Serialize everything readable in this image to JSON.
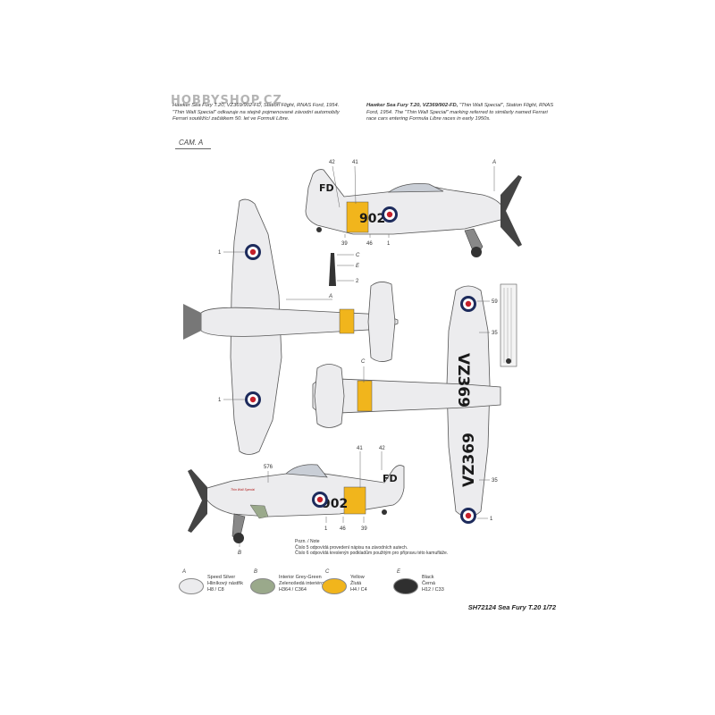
{
  "watermark": "HOBBYSHOP.CZ",
  "caption_left": "Hawker Sea Fury T.20, VZ369/902-FD, Station Flight, RNAS Ford, 1954. \"Thin Wall Special\" odkazuje na stejně pojmenované závodní automobily Ferrari soutěžící začátkem 50. let ve Formuli Libre.",
  "caption_right_bold": "Hawker Sea Fury T.20, VZ369/902-FD,",
  "caption_right_rest": " \"Thin Wall Special\", Station Flight, RNAS Ford, 1954. The \"Thin Wall Special\" marking referred to similarly named Ferrari race cars entering Formula Libre races in early 1950s.",
  "cam_label": "CAM. A",
  "markings": {
    "code_fd": "FD",
    "code_902": "902",
    "serial": "VZ369",
    "nose_name": "Thin Wall Special"
  },
  "callouts": {
    "n1": "1",
    "n2": "2",
    "n35": "35",
    "n39": "39",
    "n41": "41",
    "n42": "42",
    "n46": "46",
    "n576": "576",
    "n59": "59",
    "A": "A",
    "B": "B",
    "C": "C",
    "E": "E"
  },
  "note": {
    "title": "Pozn. / Note",
    "line1": "Číslo 5 odpovídá provedení nápisu na závodních autech.",
    "line2": "Číslo 6 odpovídá kreslenýn podkladům použitým pro přípravu této kamufláže."
  },
  "colors": [
    {
      "code": "A",
      "name_en": "Speed Silver",
      "name_cz": "Hliníkový nástřik",
      "refs": "H8 / C8",
      "hex": "#ececee"
    },
    {
      "code": "B",
      "name_en": "Interior Grey-Green",
      "name_cz": "Zelenošedá interiérová",
      "refs": "H364 / C364",
      "hex": "#9aa98b"
    },
    {
      "code": "C",
      "name_en": "Yellow",
      "name_cz": "Žlutá",
      "refs": "H4 / C4",
      "hex": "#f1b51c"
    },
    {
      "code": "E",
      "name_en": "Black",
      "name_cz": "Černá",
      "refs": "H12 / C33",
      "hex": "#2f2f2f"
    }
  ],
  "footer": "SH72124 Sea Fury T.20 1/72"
}
